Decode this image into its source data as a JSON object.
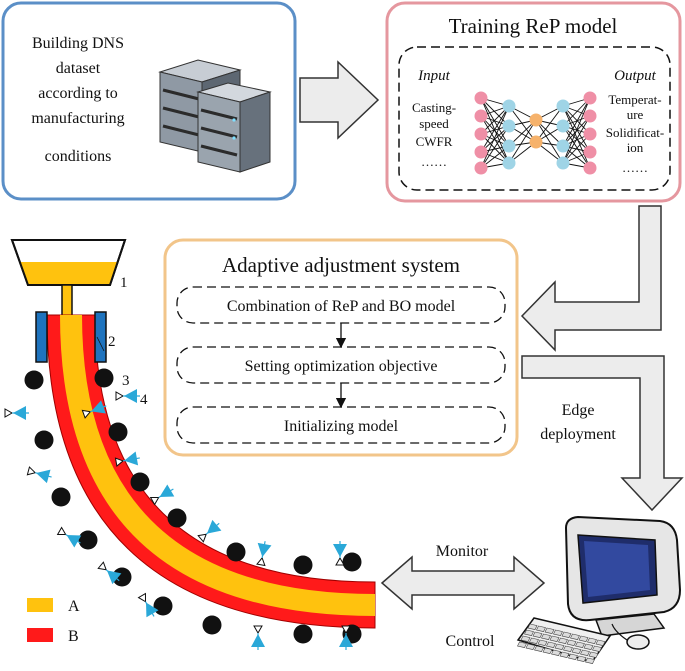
{
  "dataset_box": {
    "lines": [
      "Building DNS",
      "dataset",
      "according to",
      "manufacturing",
      "conditions"
    ],
    "icon": "server-rack-icon",
    "border_color": "#5b8fc7"
  },
  "training_box": {
    "title": "Training ReP model",
    "input_label": "Input",
    "output_label": "Output",
    "input_items": [
      "Casting-",
      "speed",
      "CWFR",
      "……"
    ],
    "output_items": [
      "Temperat-",
      "ure",
      "Solidificat-",
      "ion",
      "……"
    ],
    "border_color": "#e5979f"
  },
  "adaptive_box": {
    "title": "Adaptive adjustment system",
    "steps": [
      "Combination of ReP and BO model",
      "Setting optimization objective",
      "Initializing model"
    ],
    "border_color": "#f2c58a"
  },
  "edge_label": [
    "Edge",
    "deployment"
  ],
  "monitor_label": "Monitor",
  "control_label": "Control",
  "part_numbers": [
    "1",
    "2",
    "3",
    "4"
  ],
  "legend": [
    {
      "key": "A",
      "color": "#ffc20e"
    },
    {
      "key": "B",
      "color": "#ff1a1a"
    }
  ],
  "colors": {
    "mold": "#1e73be",
    "roller": "#111111",
    "nozzle": "#2aa8d8",
    "arrow_fill": "#ececec",
    "arrow_stroke": "#333333",
    "node_pink": "#ef8fa6",
    "node_blue": "#9fd4e6",
    "node_orange": "#f6b26b"
  }
}
